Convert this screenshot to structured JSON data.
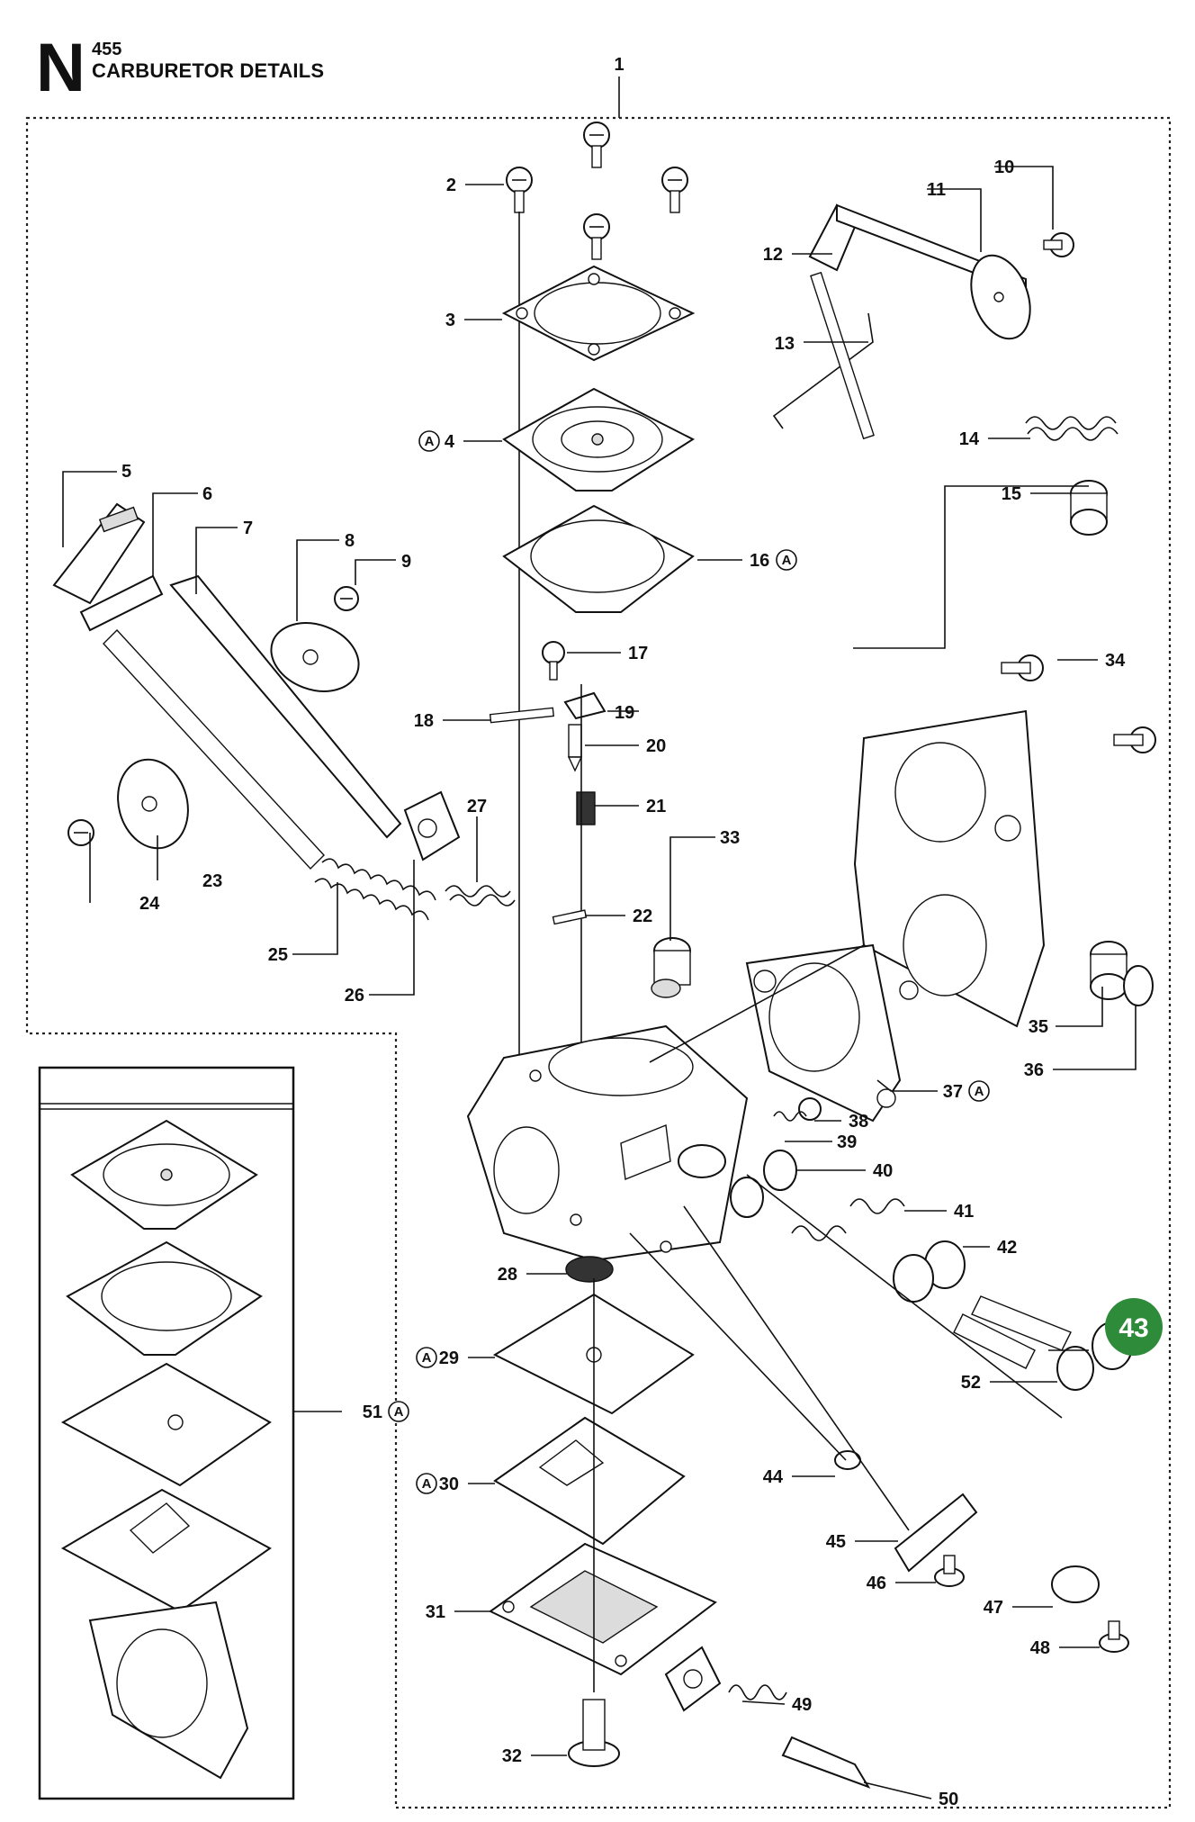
{
  "header": {
    "section_letter": "N",
    "model": "455",
    "title": "CARBURETOR DETAILS"
  },
  "callouts": [
    {
      "id": "1",
      "label": "1",
      "marker": ""
    },
    {
      "id": "2",
      "label": "2",
      "marker": ""
    },
    {
      "id": "3",
      "label": "3",
      "marker": ""
    },
    {
      "id": "4",
      "label": "4",
      "marker": "A"
    },
    {
      "id": "5",
      "label": "5",
      "marker": ""
    },
    {
      "id": "6",
      "label": "6",
      "marker": ""
    },
    {
      "id": "7",
      "label": "7",
      "marker": ""
    },
    {
      "id": "8",
      "label": "8",
      "marker": ""
    },
    {
      "id": "9",
      "label": "9",
      "marker": ""
    },
    {
      "id": "10",
      "label": "10",
      "marker": ""
    },
    {
      "id": "11",
      "label": "11",
      "marker": ""
    },
    {
      "id": "12",
      "label": "12",
      "marker": ""
    },
    {
      "id": "13",
      "label": "13",
      "marker": ""
    },
    {
      "id": "14",
      "label": "14",
      "marker": ""
    },
    {
      "id": "15",
      "label": "15",
      "marker": ""
    },
    {
      "id": "16",
      "label": "16",
      "marker": "A"
    },
    {
      "id": "17",
      "label": "17",
      "marker": ""
    },
    {
      "id": "18",
      "label": "18",
      "marker": ""
    },
    {
      "id": "19",
      "label": "19",
      "marker": ""
    },
    {
      "id": "20",
      "label": "20",
      "marker": ""
    },
    {
      "id": "21",
      "label": "21",
      "marker": ""
    },
    {
      "id": "22",
      "label": "22",
      "marker": ""
    },
    {
      "id": "23",
      "label": "23",
      "marker": ""
    },
    {
      "id": "24",
      "label": "24",
      "marker": ""
    },
    {
      "id": "25",
      "label": "25",
      "marker": ""
    },
    {
      "id": "26",
      "label": "26",
      "marker": ""
    },
    {
      "id": "27",
      "label": "27",
      "marker": ""
    },
    {
      "id": "28",
      "label": "28",
      "marker": ""
    },
    {
      "id": "29",
      "label": "29",
      "marker": "A"
    },
    {
      "id": "30",
      "label": "30",
      "marker": "A"
    },
    {
      "id": "31",
      "label": "31",
      "marker": ""
    },
    {
      "id": "32",
      "label": "32",
      "marker": ""
    },
    {
      "id": "33",
      "label": "33",
      "marker": ""
    },
    {
      "id": "34",
      "label": "34",
      "marker": ""
    },
    {
      "id": "35",
      "label": "35",
      "marker": ""
    },
    {
      "id": "36",
      "label": "36",
      "marker": ""
    },
    {
      "id": "37",
      "label": "37",
      "marker": "A"
    },
    {
      "id": "38",
      "label": "38",
      "marker": ""
    },
    {
      "id": "39",
      "label": "39",
      "marker": ""
    },
    {
      "id": "40",
      "label": "40",
      "marker": ""
    },
    {
      "id": "41",
      "label": "41",
      "marker": ""
    },
    {
      "id": "42",
      "label": "42",
      "marker": ""
    },
    {
      "id": "43",
      "label": "43",
      "marker": ""
    },
    {
      "id": "44",
      "label": "44",
      "marker": ""
    },
    {
      "id": "45",
      "label": "45",
      "marker": ""
    },
    {
      "id": "46",
      "label": "46",
      "marker": ""
    },
    {
      "id": "47",
      "label": "47",
      "marker": ""
    },
    {
      "id": "48",
      "label": "48",
      "marker": ""
    },
    {
      "id": "49",
      "label": "49",
      "marker": ""
    },
    {
      "id": "50",
      "label": "50",
      "marker": ""
    },
    {
      "id": "51",
      "label": "51",
      "marker": "A"
    },
    {
      "id": "52",
      "label": "52",
      "marker": ""
    }
  ],
  "highlight": {
    "label": "43",
    "color": "#2e8b3a"
  }
}
